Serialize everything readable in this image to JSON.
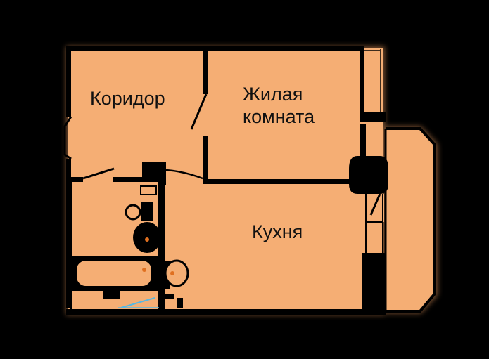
{
  "colors": {
    "background": "#000000",
    "floor": "#F5AE74",
    "wall": "#000000",
    "glow": "#E0945A",
    "fixture_accent": "#E07020",
    "water_line": "#5AB8E0"
  },
  "rooms": {
    "corridor": "Коридор",
    "living_room_line1": "Жилая",
    "living_room_line2": "комната",
    "kitchen": "Кухня"
  }
}
